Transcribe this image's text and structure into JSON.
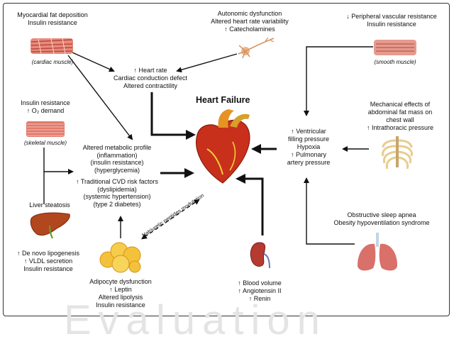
{
  "title": "Heart Failure",
  "watermark": "Evaluation",
  "nodes": {
    "cardiac": {
      "l1": "Myocardial fat deposition",
      "l2": "Insulin resistance",
      "caption": "(cardiac muscle)"
    },
    "autonomic": {
      "l1": "Autonomic dysfunction",
      "l2": "Altered heart rate variability",
      "l3": "↑ Catecholamines"
    },
    "peripheral": {
      "l1": "↓ Peripheral vascular resistance",
      "l2": "Insulin resistance",
      "caption": "(smooth muscle)"
    },
    "heart_rate": {
      "l1": "↑ Heart rate",
      "l2": "Cardiac conduction defect",
      "l3": "Altered contractility"
    },
    "skeletal": {
      "l1": "Insulin resistance",
      "l2": "↑ O₂ demand",
      "caption": "(skeletal muscle)"
    },
    "metabolic": {
      "l1": "Altered metabolic profile",
      "l2": "(inflammation)",
      "l3": "(insulin resistance)",
      "l4": "(hyperglycemia)",
      "l5": "↑ Traditional CVD risk factors",
      "l6": "(dyslipidemia)",
      "l7": "(systemic hypertension)",
      "l8": "(type 2 diabetes)"
    },
    "mechanical": {
      "l1": "Mechanical effects of",
      "l2": "abdominal fat mass on",
      "l3": "chest wall",
      "l4": "↑ Intrathoracic pressure"
    },
    "ventricular": {
      "l1": "↑ Ventricular",
      "l2": "filling pressure",
      "l3": "Hypoxia",
      "l4": "↑ Pulmonary",
      "l5": "artery pressure"
    },
    "liver": {
      "l1": "Liver steatosis",
      "l2": "↑ De novo lipogenesis",
      "l3": "↑ VLDL secretion",
      "l4": "Insulin resistance"
    },
    "adipocyte": {
      "l1": "Adipocyte dysfunction",
      "l2": "↑ Leptin",
      "l3": "Altered lipolysis",
      "l4": "Insulin resistance"
    },
    "kidney": {
      "l1": "↑ Blood volume",
      "l2": "↑ Angiotensin II",
      "l3": "↑ Renin"
    },
    "sleep": {
      "l1": "Obstructive sleep apnea",
      "l2": "Obesity hypoventilation syndrome"
    },
    "natriuretic": "Natriuretic peptides modulation"
  },
  "icons": [
    "cardiac-muscle-icon",
    "neuron-icon",
    "smooth-muscle-icon",
    "skeletal-muscle-icon",
    "heart-icon",
    "ribcage-icon",
    "liver-icon",
    "adipocyte-icon",
    "kidney-icon",
    "lungs-icon"
  ]
}
